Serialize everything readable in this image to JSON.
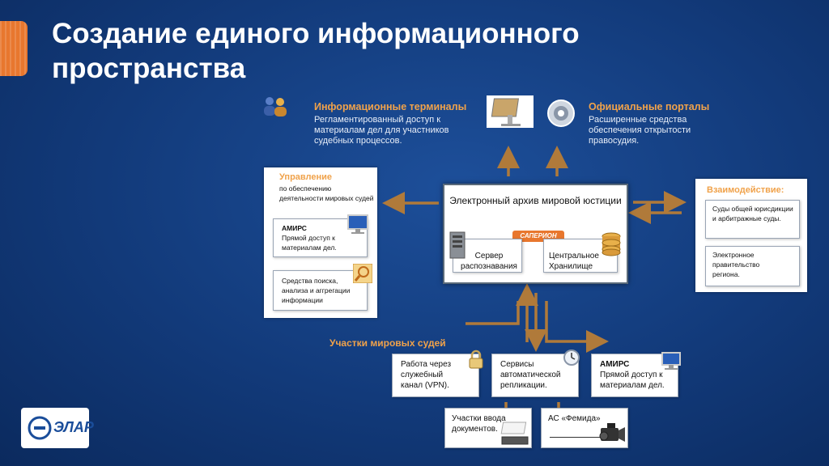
{
  "title": "Создание единого информационного пространства",
  "terminals": {
    "heading": "Информационные терминалы",
    "desc": "Регламентированный доступ к материалам дел для участников судебных процессов."
  },
  "portals": {
    "heading": "Официальные порталы",
    "desc": "Расширенные средства обеспечения открытости правосудия."
  },
  "management": {
    "heading": "Управление",
    "desc": "по обеспечению деятельности мировых судей",
    "amirs_title": "АМИРС",
    "amirs_desc": "Прямой доступ к материалам дел.",
    "search_desc": "Средства поиска, анализа и аггрегации информации"
  },
  "archive": {
    "title": "Электронный архив мировой юстиции",
    "brand": "САПЕРИОН",
    "server": "Сервер распознавания",
    "storage": "Центральное Хранилище"
  },
  "interaction": {
    "heading": "Взаимодействие:",
    "courts": "Суды общей юрисдикции  и арбитражные суды.",
    "government": "Электронное правительство региона."
  },
  "sites": {
    "heading": "Участки мировых судей",
    "vpn": "Работа через служебный канал (VPN).",
    "replication": "Сервисы автоматической репликации.",
    "amirs_title": "АМИРС",
    "amirs_desc": "Прямой доступ к материалам дел.",
    "input": "Участки ввода документов.",
    "femida": "АС «Фемида»"
  },
  "logo": {
    "text": "ЭЛАР"
  },
  "colors": {
    "accent": "#e8772e",
    "arrow": "#b07a3a",
    "heading_orange": "#f0a24a"
  }
}
